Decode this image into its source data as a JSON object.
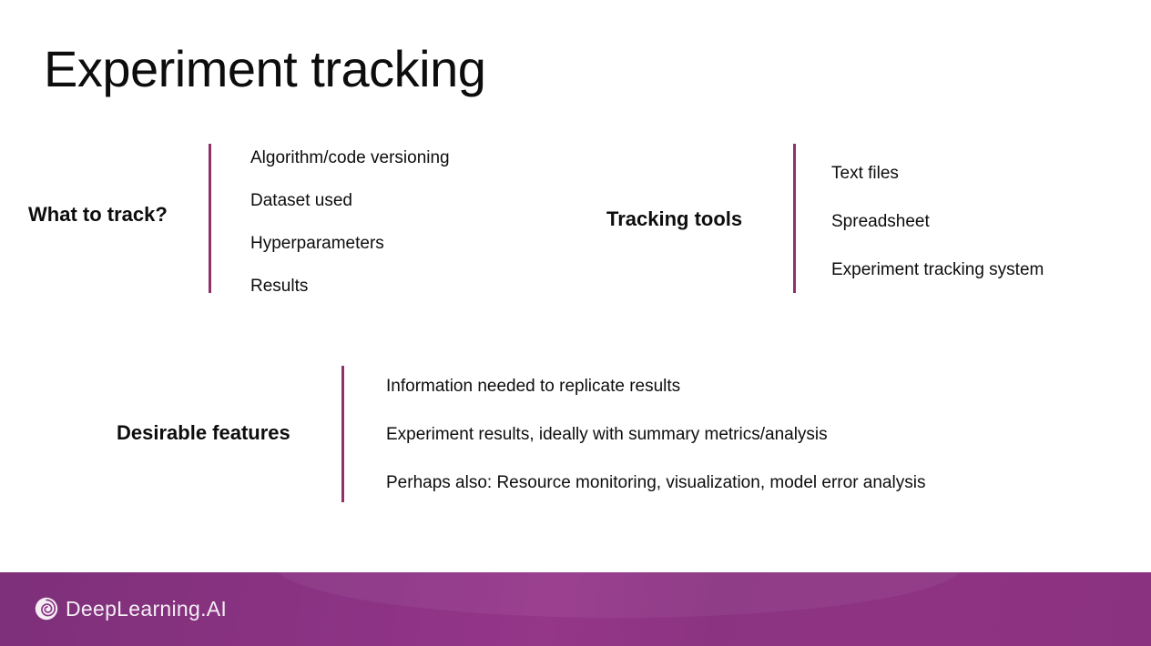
{
  "slide": {
    "title": "Experiment tracking",
    "background_color": "#ffffff",
    "accent_color": "#8e3269",
    "text_color": "#0d0d0d"
  },
  "groups": [
    {
      "id": "what-to-track",
      "label": "What to track?",
      "items": [
        "Algorithm/code versioning",
        "Dataset used",
        "Hyperparameters",
        "Results"
      ]
    },
    {
      "id": "tracking-tools",
      "label": "Tracking tools",
      "items": [
        "Text files",
        "Spreadsheet",
        "Experiment tracking system"
      ]
    },
    {
      "id": "desirable-features",
      "label": "Desirable features",
      "items": [
        "Information needed to replicate results",
        "Experiment results, ideally with summary metrics/analysis",
        "Perhaps also: Resource monitoring, visualization, model error analysis"
      ]
    }
  ],
  "footer": {
    "brand": "DeepLearning.AI",
    "logo_icon": "deeplearning-ai-spiral-icon",
    "background_color": "#8a3384",
    "text_color": "#f4eef4"
  }
}
